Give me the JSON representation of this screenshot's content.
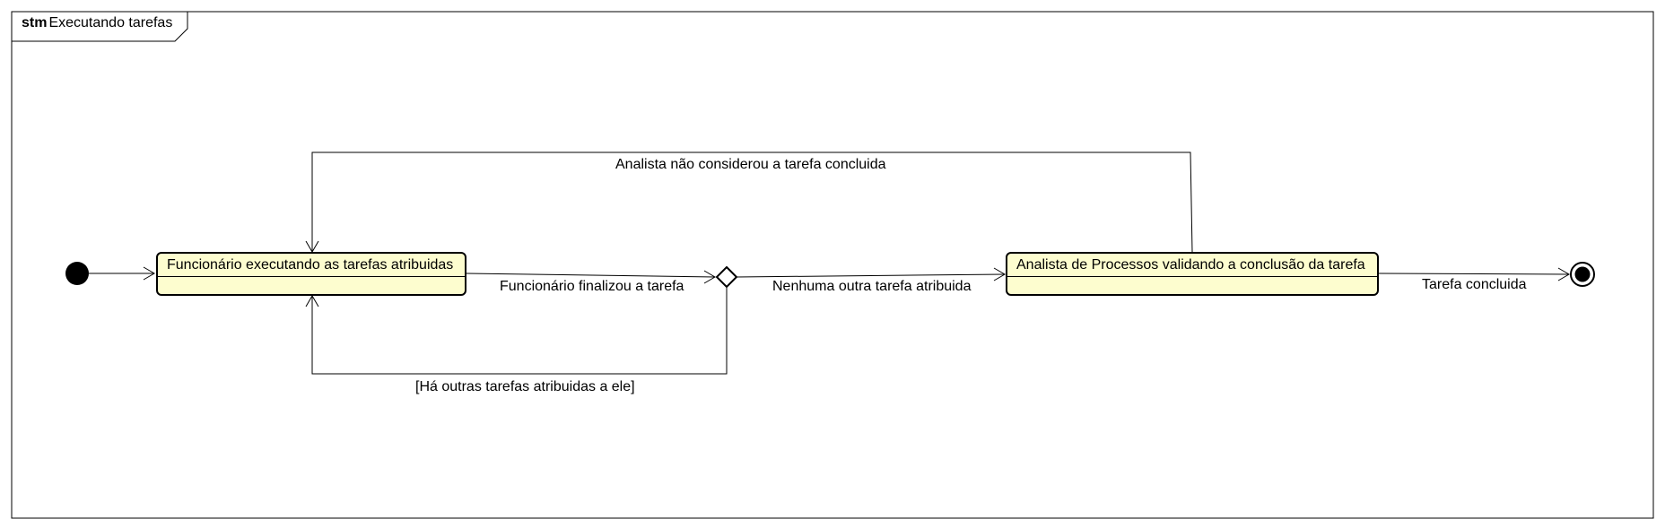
{
  "diagram": {
    "frame": {
      "keyword": "stm",
      "name": "Executando tarefas"
    },
    "states": {
      "executing": "Funcionário executando as tarefas atribuidas",
      "validating": "Analista de Processos validando a conclusão da tarefa"
    },
    "pseudostates": {
      "initial": "initial-node",
      "choice": "choice-node",
      "final": "final-node"
    },
    "transitions": {
      "finished": "Funcionário finalizou a tarefa",
      "no_other_tasks": "Nenhuma outra tarefa atribuida",
      "other_tasks_guard": "[Há outras tarefas atribuidas a ele]",
      "not_concluded": "Analista não considerou a tarefa concluida",
      "task_done": "Tarefa concluida"
    },
    "colors": {
      "state_fill": "#fdfdcf",
      "line": "#000000",
      "background": "#ffffff"
    }
  }
}
